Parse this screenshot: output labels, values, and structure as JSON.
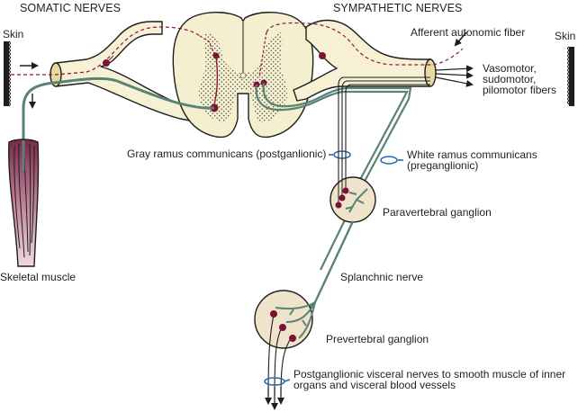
{
  "diagram": {
    "type": "anatomical-diagram",
    "subject": "Somatic and sympathetic nerve pathways from spinal cord",
    "headings": {
      "somatic": "SOMATIC NERVES",
      "sympathetic": "SYMPATHETIC NERVES"
    },
    "labels": {
      "skin_left": "Skin",
      "skin_right": "Skin",
      "afferent_autonomic": "Afferent autonomic fiber",
      "effector_fibers": [
        "Vasomotor,",
        "sudomotor,",
        "pilomotor fibers"
      ],
      "gray_ramus": "Gray ramus communicans (postganlionic)",
      "white_ramus": [
        "White ramus communicans",
        "(preganglionic)"
      ],
      "paravertebral": "Paravertebral ganglion",
      "skeletal_muscle": "Skeletal muscle",
      "splanchnic": "Splanchnic nerve",
      "prevertebral": "Prevertebral ganglion",
      "postganglionic_visceral": [
        "Postganglionic visceral nerves to smooth muscle of inner",
        "organs and visceral blood vessels"
      ]
    },
    "colors": {
      "nerve_fill": "#f6f1d5",
      "cord_fill": "#f4efcf",
      "ganglion_fill": "#efe3cc",
      "motor_fiber": "#5a8275",
      "sensory_fiber": "#8b1a3c",
      "cell_body": "#7a1232",
      "ring_marker": "#2a68b0",
      "skin_fill": "#e9dcbf",
      "muscle_top": "#7a2a4a",
      "muscle_bottom": "#ecd3dc",
      "outline": "#1e1e1e"
    }
  }
}
